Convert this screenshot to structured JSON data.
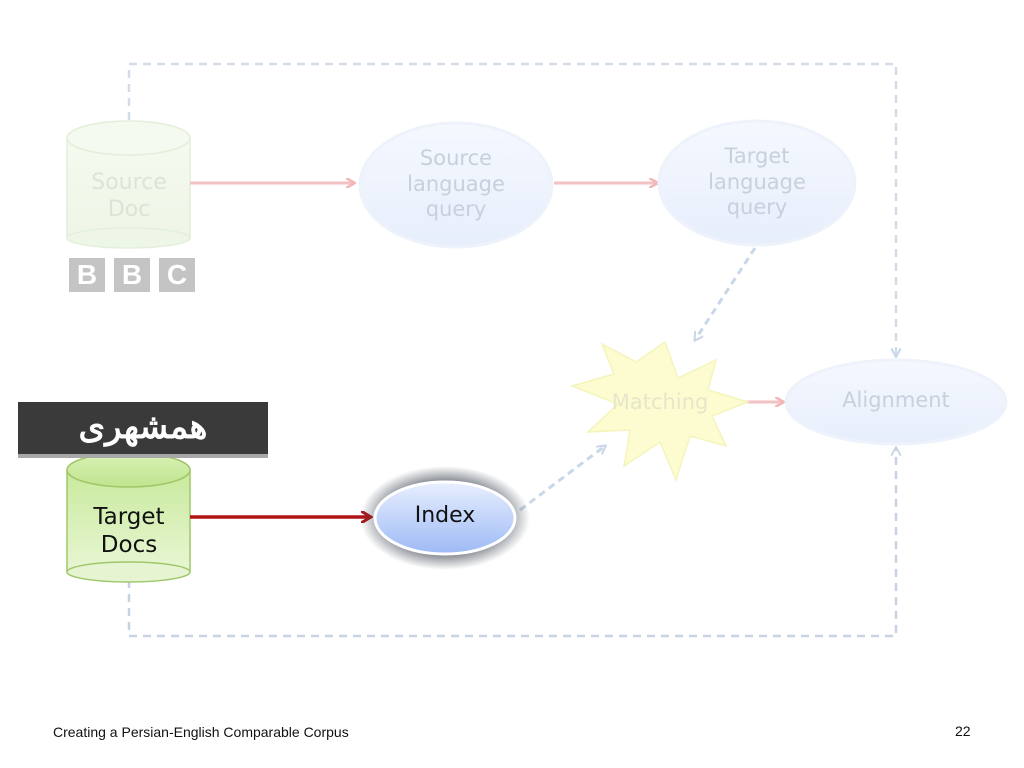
{
  "diagram": {
    "source_doc": "Source Doc",
    "source_query": "Source language query",
    "target_query": "Target language query",
    "matching": "Matching",
    "alignment": "Alignment",
    "target_docs": "Target Docs",
    "index": "Index"
  },
  "logos": {
    "bbc": [
      "B",
      "B",
      "C"
    ],
    "hamshahri": "همشهری"
  },
  "footer": {
    "title": "Creating a Persian-English Comparable Corpus",
    "page_number": "22"
  }
}
